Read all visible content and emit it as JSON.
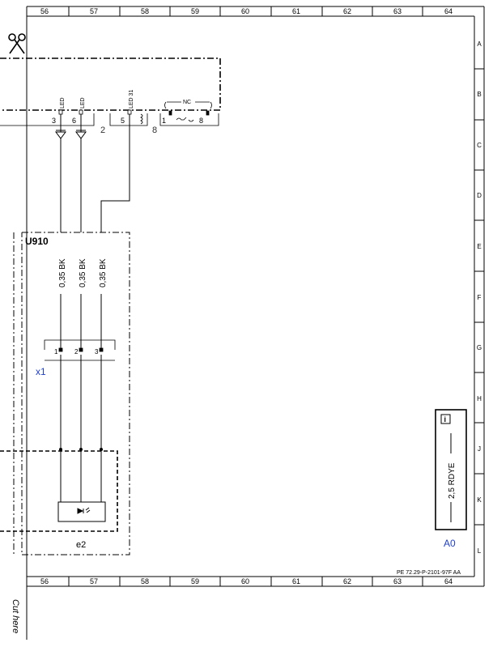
{
  "grid": {
    "columns": [
      "56",
      "57",
      "58",
      "59",
      "60",
      "61",
      "62",
      "63",
      "64"
    ],
    "rows": [
      "A",
      "B",
      "C",
      "D",
      "E",
      "F",
      "G",
      "H",
      "J",
      "K",
      "L"
    ]
  },
  "upper_connector": {
    "pin_labels": [
      "3",
      "6",
      "5",
      "1",
      "8"
    ],
    "row_labels": [
      "LED",
      "LED",
      "LED 31"
    ],
    "nc_label": "NC",
    "terminal_2": "2",
    "terminal_8": "8"
  },
  "module": {
    "name": "U910",
    "wires": [
      "0,35 BK",
      "0,35 BK",
      "0,35 BK"
    ],
    "connector_name": "x1",
    "connector_pins": [
      "1",
      "2",
      "3"
    ],
    "component_name": "e2"
  },
  "legend_box": {
    "info_icon": "i",
    "wire_label": "2,5 RDYE",
    "tag": "A0"
  },
  "footer": {
    "drawing_ref": "PE 72.29-P-2101-97F AA",
    "cut_label": "Cut here"
  },
  "colors": {
    "ink": "#000000",
    "accent_blue": "#1f3fcc"
  }
}
